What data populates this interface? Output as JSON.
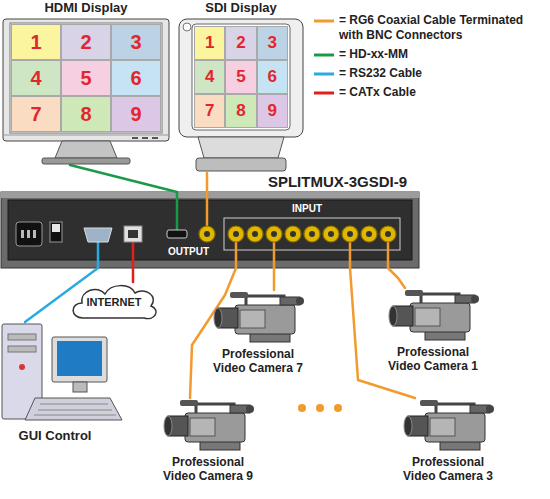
{
  "diagram": {
    "nodes": [
      {
        "text": [
          "HDMI Display"
        ]
      },
      {
        "text": [
          "1"
        ],
        "in": 0
      },
      {
        "text": [
          "2"
        ],
        "in": 0
      },
      {
        "text": [
          "3"
        ],
        "in": 0
      },
      {
        "text": [
          "4"
        ],
        "in": 0
      },
      {
        "text": [
          "5"
        ],
        "in": 0
      },
      {
        "text": [
          "6"
        ],
        "in": 0
      },
      {
        "text": [
          "7"
        ],
        "in": 0
      },
      {
        "text": [
          "8"
        ],
        "in": 0
      },
      {
        "text": [
          "9"
        ],
        "in": 0
      },
      {
        "text": [
          "SDI Display"
        ]
      },
      {
        "text": [
          "1"
        ],
        "in": 10
      },
      {
        "text": [
          "2"
        ],
        "in": 10
      },
      {
        "text": [
          "3"
        ],
        "in": 10
      },
      {
        "text": [
          "4"
        ],
        "in": 10
      },
      {
        "text": [
          "5"
        ],
        "in": 10
      },
      {
        "text": [
          "6"
        ],
        "in": 10
      },
      {
        "text": [
          "7"
        ],
        "in": 10
      },
      {
        "text": [
          "8"
        ],
        "in": 10
      },
      {
        "text": [
          "9"
        ],
        "in": 10
      },
      {
        "text": [
          "SPLITMUX-3GSDI-9",
          "OUTPUT",
          "INPUT"
        ]
      },
      {
        "text": [
          "INTERNET"
        ]
      },
      {
        "text": [
          "GUI Control"
        ]
      },
      {
        "text": [
          "Professional Video Camera 7"
        ]
      },
      {
        "text": [
          "Professional Video Camera 1"
        ]
      },
      {
        "text": [
          "Professional Video Camera 9"
        ]
      },
      {
        "text": [
          "Professional Video Camera 3"
        ]
      }
    ],
    "edges": [
      {
        "from": 0,
        "to": 20,
        "arrow": "none"
      },
      {
        "from": 10,
        "to": 20,
        "arrow": "none"
      },
      {
        "from": 20,
        "to": 22,
        "arrow": "none"
      },
      {
        "from": 20,
        "to": 21,
        "arrow": "none"
      },
      {
        "from": 20,
        "to": 23,
        "arrow": "none"
      },
      {
        "from": 20,
        "to": 24,
        "arrow": "none"
      },
      {
        "from": 20,
        "to": 25,
        "arrow": "none"
      },
      {
        "from": 20,
        "to": 26,
        "arrow": "none"
      }
    ],
    "legend": [
      {
        "text": "= RG6 Coaxial Cable Terminated with BNC Connectors"
      },
      {
        "text": "= HD-xx-MM"
      },
      {
        "text": "= RS232 Cable"
      },
      {
        "text": "= CATx Cable"
      }
    ]
  }
}
